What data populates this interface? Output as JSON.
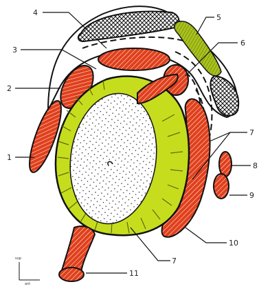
{
  "diagram": {
    "labels": {
      "l1": "1",
      "l2": "2",
      "l3": "3",
      "l4": "4",
      "l5": "5",
      "l6": "6",
      "l7a": "7",
      "l7b": "7",
      "l8": "8",
      "l9": "9",
      "l10": "10",
      "l11": "11"
    },
    "orientation": {
      "sup": "sup",
      "ant": "ant"
    },
    "colors": {
      "muscle": "#e0401c",
      "gland": "#c6dd1e",
      "gland_stripe": "#5b6a10",
      "ligament": "#a9c21c",
      "outline": "#111111"
    }
  }
}
